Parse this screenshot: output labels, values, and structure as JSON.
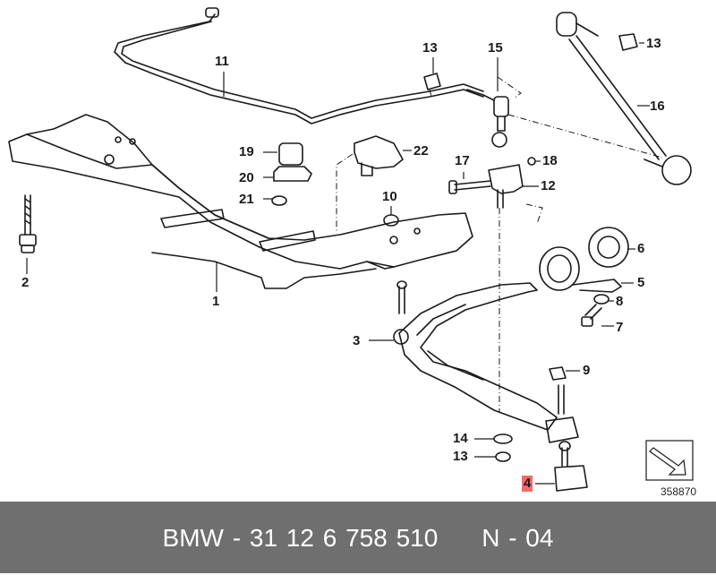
{
  "diagram": {
    "callouts": [
      {
        "id": "1",
        "label": "1"
      },
      {
        "id": "2",
        "label": "2"
      },
      {
        "id": "3",
        "label": "3"
      },
      {
        "id": "4",
        "label": "4",
        "highlighted": true
      },
      {
        "id": "5",
        "label": "5"
      },
      {
        "id": "6",
        "label": "6"
      },
      {
        "id": "7",
        "label": "7"
      },
      {
        "id": "8",
        "label": "8"
      },
      {
        "id": "9",
        "label": "9"
      },
      {
        "id": "10",
        "label": "10"
      },
      {
        "id": "11",
        "label": "11"
      },
      {
        "id": "12",
        "label": "12"
      },
      {
        "id": "13a",
        "label": "13"
      },
      {
        "id": "13b",
        "label": "13"
      },
      {
        "id": "13c",
        "label": "13"
      },
      {
        "id": "14",
        "label": "14"
      },
      {
        "id": "15",
        "label": "15"
      },
      {
        "id": "16",
        "label": "16"
      },
      {
        "id": "17",
        "label": "17"
      },
      {
        "id": "18",
        "label": "18"
      },
      {
        "id": "19",
        "label": "19"
      },
      {
        "id": "20",
        "label": "20"
      },
      {
        "id": "21",
        "label": "21"
      },
      {
        "id": "22",
        "label": "22"
      }
    ],
    "diagram_code": "358870",
    "highlight_color": "#f16a6a"
  },
  "footer": {
    "brand": "BMW",
    "part_number": "31 12 6 758 510",
    "ref": "N - 04",
    "background": "#6f6f6f"
  }
}
